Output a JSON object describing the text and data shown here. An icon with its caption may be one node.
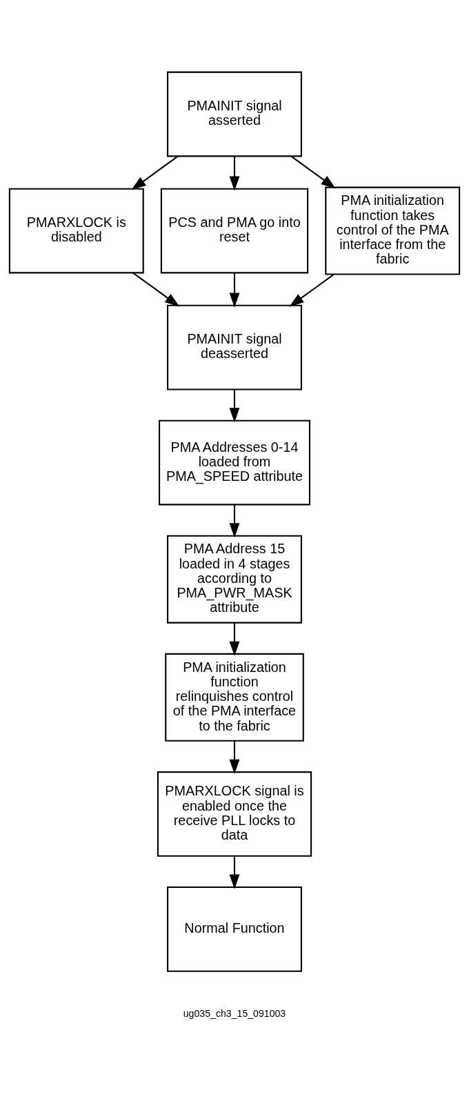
{
  "diagram": {
    "nodes": [
      {
        "text": [
          "PMAINIT signal asserted"
        ]
      },
      {
        "text": [
          "PMARXLOCK is disabled"
        ]
      },
      {
        "text": [
          "PCS and PMA go into reset"
        ]
      },
      {
        "text": [
          "PMA initialization function takes control of the PMA interface from the fabric"
        ]
      },
      {
        "text": [
          "PMAINIT signal deasserted"
        ]
      },
      {
        "text": [
          "PMA Addresses 0-14 loaded from PMA_SPEED attribute"
        ]
      },
      {
        "text": [
          "PMA Address 15 loaded in 4 stages according to PMA_PWR_MASK attribute"
        ]
      },
      {
        "text": [
          "PMA initialization function relinquishes control of the PMA interface to the fabric"
        ]
      },
      {
        "text": [
          "PMARXLOCK signal is enabled once the receive PLL locks to data"
        ]
      },
      {
        "text": [
          "Normal Function"
        ]
      }
    ],
    "edges": [
      {
        "from": 0,
        "to": 1,
        "arrow": "to"
      },
      {
        "from": 0,
        "to": 2,
        "arrow": "to"
      },
      {
        "from": 0,
        "to": 3,
        "arrow": "to"
      },
      {
        "from": 1,
        "to": 4,
        "arrow": "to"
      },
      {
        "from": 2,
        "to": 4,
        "arrow": "to"
      },
      {
        "from": 3,
        "to": 4,
        "arrow": "to"
      },
      {
        "from": 4,
        "to": 5,
        "arrow": "to"
      },
      {
        "from": 5,
        "to": 6,
        "arrow": "to"
      },
      {
        "from": 6,
        "to": 7,
        "arrow": "to"
      },
      {
        "from": 7,
        "to": 8,
        "arrow": "to"
      },
      {
        "from": 8,
        "to": 9,
        "arrow": "to"
      }
    ],
    "labels": [
      "ug035_ch3_15_091003"
    ]
  }
}
